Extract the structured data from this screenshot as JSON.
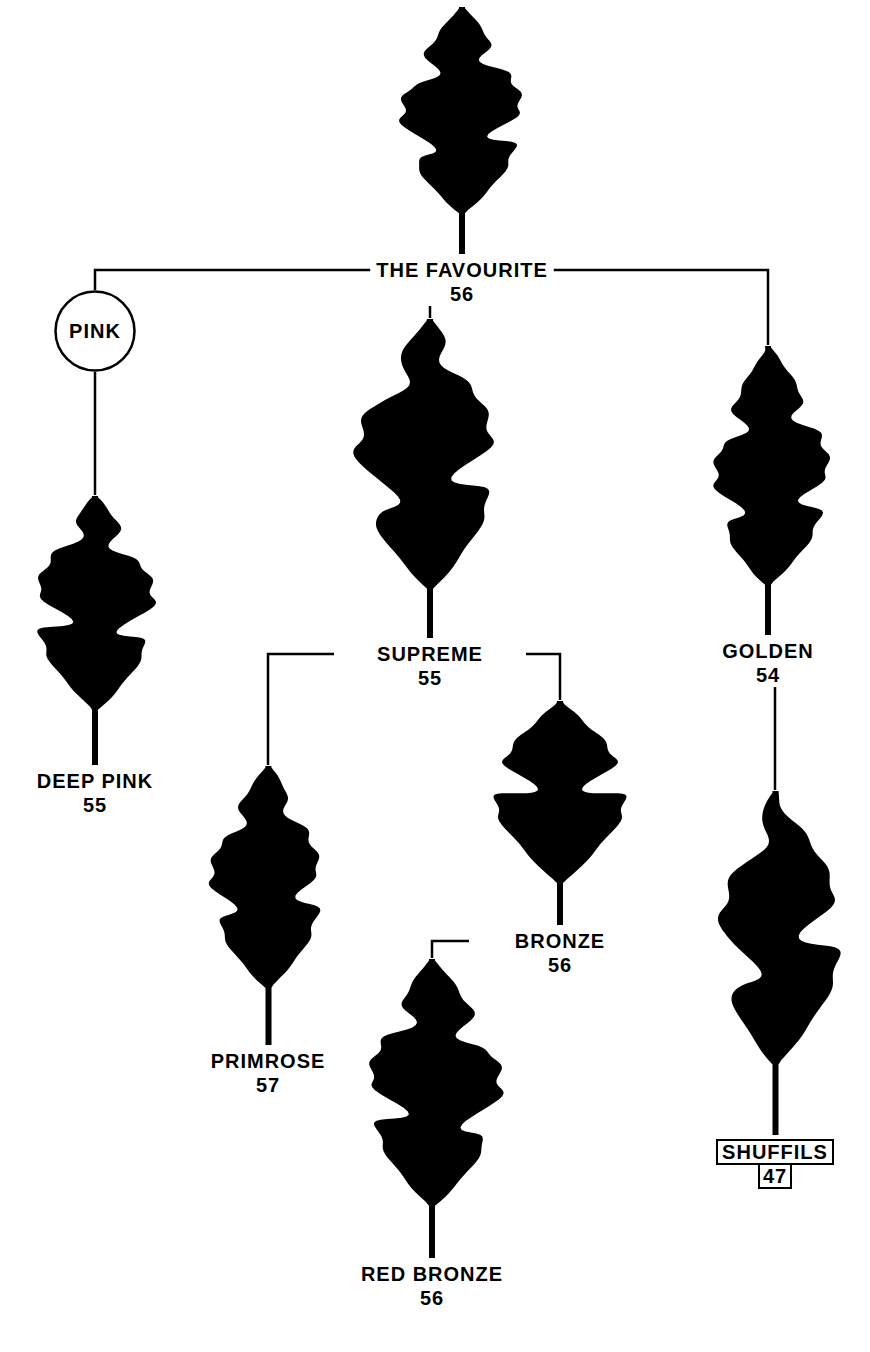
{
  "diagram": {
    "nodes": [
      {
        "text": [
          "THE FAVOURITE",
          "56"
        ]
      },
      {
        "text": [
          "PINK"
        ]
      },
      {
        "text": [
          "SUPREME",
          "55"
        ]
      },
      {
        "text": [
          "GOLDEN",
          "54"
        ]
      },
      {
        "text": [
          "DEEP PINK",
          "55"
        ]
      },
      {
        "text": [
          "PRIMROSE",
          "57"
        ]
      },
      {
        "text": [
          "BRONZE",
          "56"
        ]
      },
      {
        "text": [
          "RED BRONZE",
          "56"
        ]
      },
      {
        "text": [
          "SHUFFILS",
          "47"
        ]
      }
    ],
    "edges": [
      {
        "from": 0,
        "to": 1,
        "arrow": "none"
      },
      {
        "from": 0,
        "to": 2,
        "arrow": "none"
      },
      {
        "from": 0,
        "to": 3,
        "arrow": "none"
      },
      {
        "from": 1,
        "to": 4,
        "arrow": "none"
      },
      {
        "from": 2,
        "to": 5,
        "arrow": "none"
      },
      {
        "from": 2,
        "to": 6,
        "arrow": "none"
      },
      {
        "from": 3,
        "to": 8,
        "arrow": "none"
      },
      {
        "from": 6,
        "to": 7,
        "arrow": "none"
      }
    ]
  }
}
